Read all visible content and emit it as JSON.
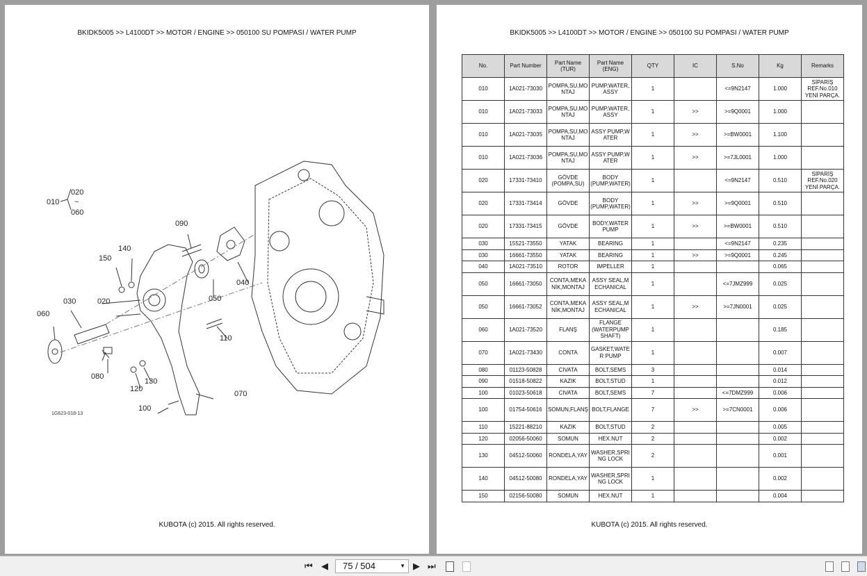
{
  "breadcrumb": "BKIDK5005 >> L4100DT >> MOTOR / ENGINE >> 050100   SU POMPASI / WATER PUMP",
  "footer": "KUBOTA (c) 2015. All rights reserved.",
  "diagram": {
    "figure_id": "1G623-018-13",
    "callouts": {
      "c010": "010",
      "c020a": "020",
      "tilde": "~",
      "c060a": "060",
      "c090": "090",
      "c140": "140",
      "c150": "150",
      "c030": "030",
      "c020": "020",
      "c050": "050",
      "c040": "040",
      "c060": "060",
      "c110": "110",
      "c080": "080",
      "c120": "120",
      "c130": "130",
      "c070": "070",
      "c100": "100"
    }
  },
  "table": {
    "headers": [
      "No.",
      "Part Number",
      "Part Name\n(TUR)",
      "Part Name\n(ENG)",
      "QTY",
      "IC",
      "S.No",
      "Kg",
      "Remarks"
    ],
    "rows": [
      [
        "010",
        "1A021-73030",
        "POMPA,SU,MONTAJ",
        "PUMP,WATER,ASSY",
        "1",
        "",
        "<=9N2147",
        "1.000",
        "SİPARİŞ\nREF.No.010\nYENİ PARÇA."
      ],
      [
        "010",
        "1A021-73033",
        "POMPA,SU,MONTAJ",
        "PUMP,WATER,ASSY",
        "1",
        ">>",
        ">=9Q0001",
        "1.000",
        ""
      ],
      [
        "010",
        "1A021-73035",
        "POMPA,SU,MONTAJ",
        "ASSY PUMP,WATER",
        "1",
        ">>",
        ">=BW0001",
        "1.100",
        ""
      ],
      [
        "010",
        "1A021-73036",
        "POMPA,SU,MONTAJ",
        "ASSY PUMP,WATER",
        "1",
        ">>",
        ">=7JL0001",
        "1.000",
        ""
      ],
      [
        "020",
        "17331-73410",
        "GÖVDE\n(POMPA,SU)",
        "BODY\n(PUMP,WATER)",
        "1",
        "",
        "<=9N2147",
        "0.510",
        "SİPARİŞ\nREF.No.020\nYENİ PARÇA."
      ],
      [
        "020",
        "17331-73414",
        "GÖVDE",
        "BODY\n(PUMP,WATER)",
        "1",
        ">>",
        ">=9Q0001",
        "0.510",
        ""
      ],
      [
        "020",
        "17331-73415",
        "GÖVDE",
        "BODY,WATER PUMP",
        "1",
        ">>",
        ">=BW0001",
        "0.510",
        ""
      ],
      [
        "030",
        "15521-73550",
        "YATAK",
        "BEARING",
        "1",
        "",
        "<=9N2147",
        "0.235",
        ""
      ],
      [
        "030",
        "16661-73550",
        "YATAK",
        "BEARING",
        "1",
        ">>",
        ">=9Q0001",
        "0.245",
        ""
      ],
      [
        "040",
        "1A021-73510",
        "ROTOR",
        "IMPELLER",
        "1",
        "",
        "",
        "0.065",
        ""
      ],
      [
        "050",
        "16661-73050",
        "CONTA,MEKANİK,MONTAJ",
        "ASSY SEAL,MECHANICAL",
        "1",
        "",
        "<=7JMZ999",
        "0.025",
        ""
      ],
      [
        "050",
        "16661-73052",
        "CONTA,MEKANİK,MONTAJ",
        "ASSY SEAL,MECHANICAL",
        "1",
        ">>",
        ">=7JN0001",
        "0.025",
        ""
      ],
      [
        "060",
        "1A021-73520",
        "FLANŞ",
        "FLANGE\n(WATERPUMP SHAFT)",
        "1",
        "",
        "",
        "0.185",
        ""
      ],
      [
        "070",
        "1A021-73430",
        "CONTA",
        "GASKET,WATER PUMP",
        "1",
        "",
        "",
        "0.007",
        ""
      ],
      [
        "080",
        "01123-50828",
        "CIVATA",
        "BOLT,SEMS",
        "3",
        "",
        "",
        "0.014",
        ""
      ],
      [
        "090",
        "01518-50822",
        "KAZIK",
        "BOLT,STUD",
        "1",
        "",
        "",
        "0.012",
        ""
      ],
      [
        "100",
        "01023-50618",
        "CIVATA",
        "BOLT,SEMS",
        "7",
        "",
        "<=7DMZ999",
        "0.006",
        ""
      ],
      [
        "100",
        "01754-50616",
        "SOMUN,FLANŞ",
        "BOLT,FLANGE",
        "7",
        ">>",
        ">=7CN0001",
        "0.006",
        ""
      ],
      [
        "110",
        "15221-88210",
        "KAZIK",
        "BOLT,STUD",
        "2",
        "",
        "",
        "0.005",
        ""
      ],
      [
        "120",
        "02056-50060",
        "SOMUN",
        "HEX.NUT",
        "2",
        "",
        "",
        "0.002",
        ""
      ],
      [
        "130",
        "04512-50060",
        "RONDELA,YAY",
        "WASHER,SPRING LOCK",
        "2",
        "",
        "",
        "0.001",
        ""
      ],
      [
        "140",
        "04512-50080",
        "RONDELA,YAY",
        "WASHER,SPRING LOCK",
        "1",
        "",
        "",
        "0.002",
        ""
      ],
      [
        "150",
        "02156-50080",
        "SOMUN",
        "HEX.NUT",
        "1",
        "",
        "",
        "0.004",
        ""
      ]
    ]
  },
  "toolbar": {
    "page_value": "75 / 504",
    "first": "⏮",
    "prev": "◀",
    "next": "▶",
    "last": "⏭"
  }
}
